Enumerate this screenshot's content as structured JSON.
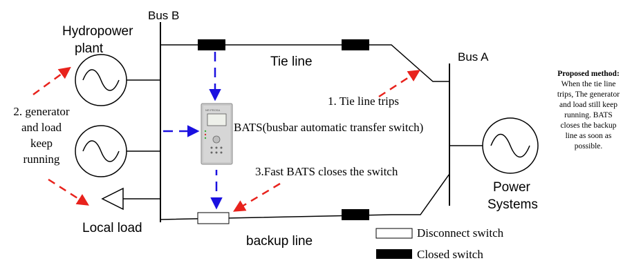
{
  "labels": {
    "bus_b": "Bus B",
    "bus_a": "Bus A",
    "hydropower_line1": "Hydropower",
    "hydropower_line2": "plant",
    "tie_line": "Tie line",
    "backup_line": "backup line",
    "local_load": "Local load",
    "power_line1": "Power",
    "power_line2": "Systems",
    "bats": "BATS(busbar automatic transfer switch)",
    "step1": "1. Tie line trips",
    "step2_lines": [
      "2. generator",
      "and load",
      "keep",
      "running"
    ],
    "step3": "3.Fast BATS closes the switch",
    "device_brand": "NR·PROSA"
  },
  "legend": {
    "disconnect": "Disconnect switch",
    "closed": "Closed switch"
  },
  "proposed": {
    "title": "Proposed method:",
    "lines": [
      "When the tie line",
      "trips, The generator",
      "and load still keep",
      "running. BATS",
      "closes the  backup",
      "line  as soon as",
      "possible."
    ]
  },
  "colors": {
    "line": "#000000",
    "closed_switch": "#000000",
    "open_switch": "#ffffff",
    "blue_arrow": "#1a10e0",
    "red_arrow": "#e8221c",
    "device_body": "#c9c9c9"
  }
}
